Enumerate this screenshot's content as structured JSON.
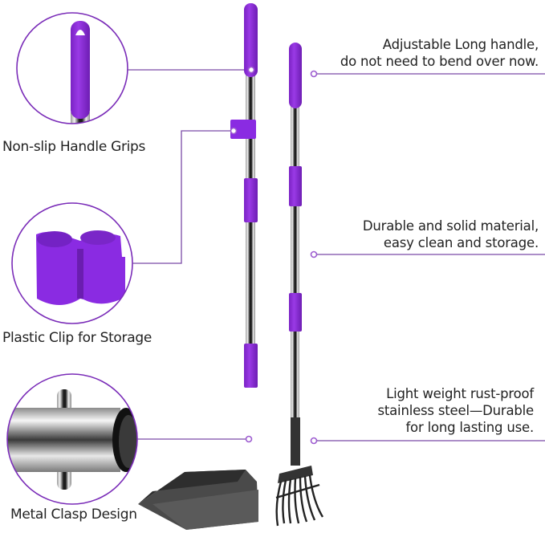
{
  "colors": {
    "accent_purple": "#8a2be2",
    "grip_purple": "#8e2dd6",
    "line_purple": "#7b4aa6",
    "steel_dark": "#2b2b2b",
    "scoop_gray": "#4a4a4a"
  },
  "features_left": [
    {
      "label": "Non-slip Handle Grips",
      "icon": "handle-grip-closeup"
    },
    {
      "label": "Plastic Clip for Storage",
      "icon": "plastic-clip-closeup"
    },
    {
      "label": "Metal Clasp Design",
      "icon": "metal-clasp-closeup"
    }
  ],
  "callouts_right": [
    {
      "lines": [
        "Adjustable Long handle,",
        "do not need to bend over now."
      ]
    },
    {
      "lines": [
        "Durable and solid material,",
        "easy clean and storage."
      ]
    },
    {
      "lines": [
        "Light weight rust-proof",
        "stainless steel—Durable",
        "for long lasting use."
      ]
    }
  ],
  "product": {
    "items": [
      "scooper-tray",
      "rake"
    ]
  }
}
